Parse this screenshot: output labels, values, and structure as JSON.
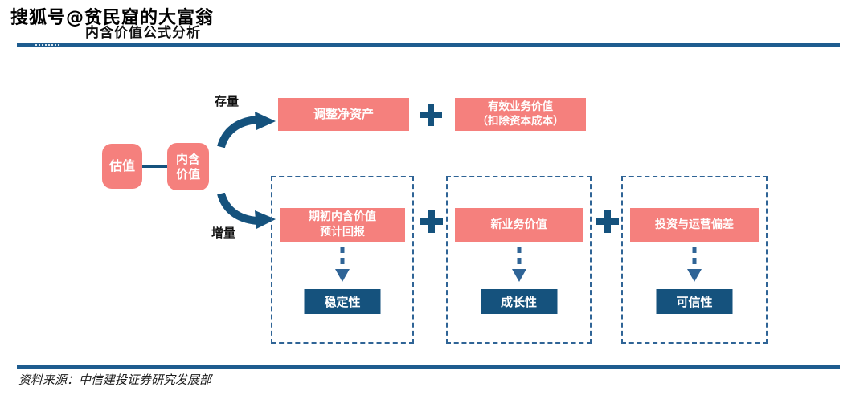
{
  "watermark": "搜狐号@贫民窟的大富翁",
  "header": {
    "title": "内含价值公式分析"
  },
  "colors": {
    "pink": "#F5807D",
    "navy": "#15527D",
    "dashed_border_blue": "#2F6496",
    "rule_blue": "#1E5C8F",
    "text_white": "#FFFFFF",
    "text_black": "#101010"
  },
  "diagram": {
    "root_label": "估值",
    "ev_line1": "内含",
    "ev_line2": "价值",
    "branch_top_label": "存量",
    "branch_bottom_label": "增量",
    "plus": "+",
    "top_row": {
      "box1": "调整净资产",
      "box2_line1": "有效业务价值",
      "box2_line2": "（扣除资本成本）"
    },
    "bottom_row": {
      "groups": [
        {
          "source_line1": "期初内含价值",
          "source_line2": "预计回报",
          "target": "稳定性"
        },
        {
          "source_line1": "新业务价值",
          "source_line2": "",
          "target": "成长性"
        },
        {
          "source_line1": "投资与运营偏差",
          "source_line2": "",
          "target": "可信性"
        }
      ]
    }
  },
  "footer": {
    "source": "资料来源：中信建投证券研究发展部"
  }
}
